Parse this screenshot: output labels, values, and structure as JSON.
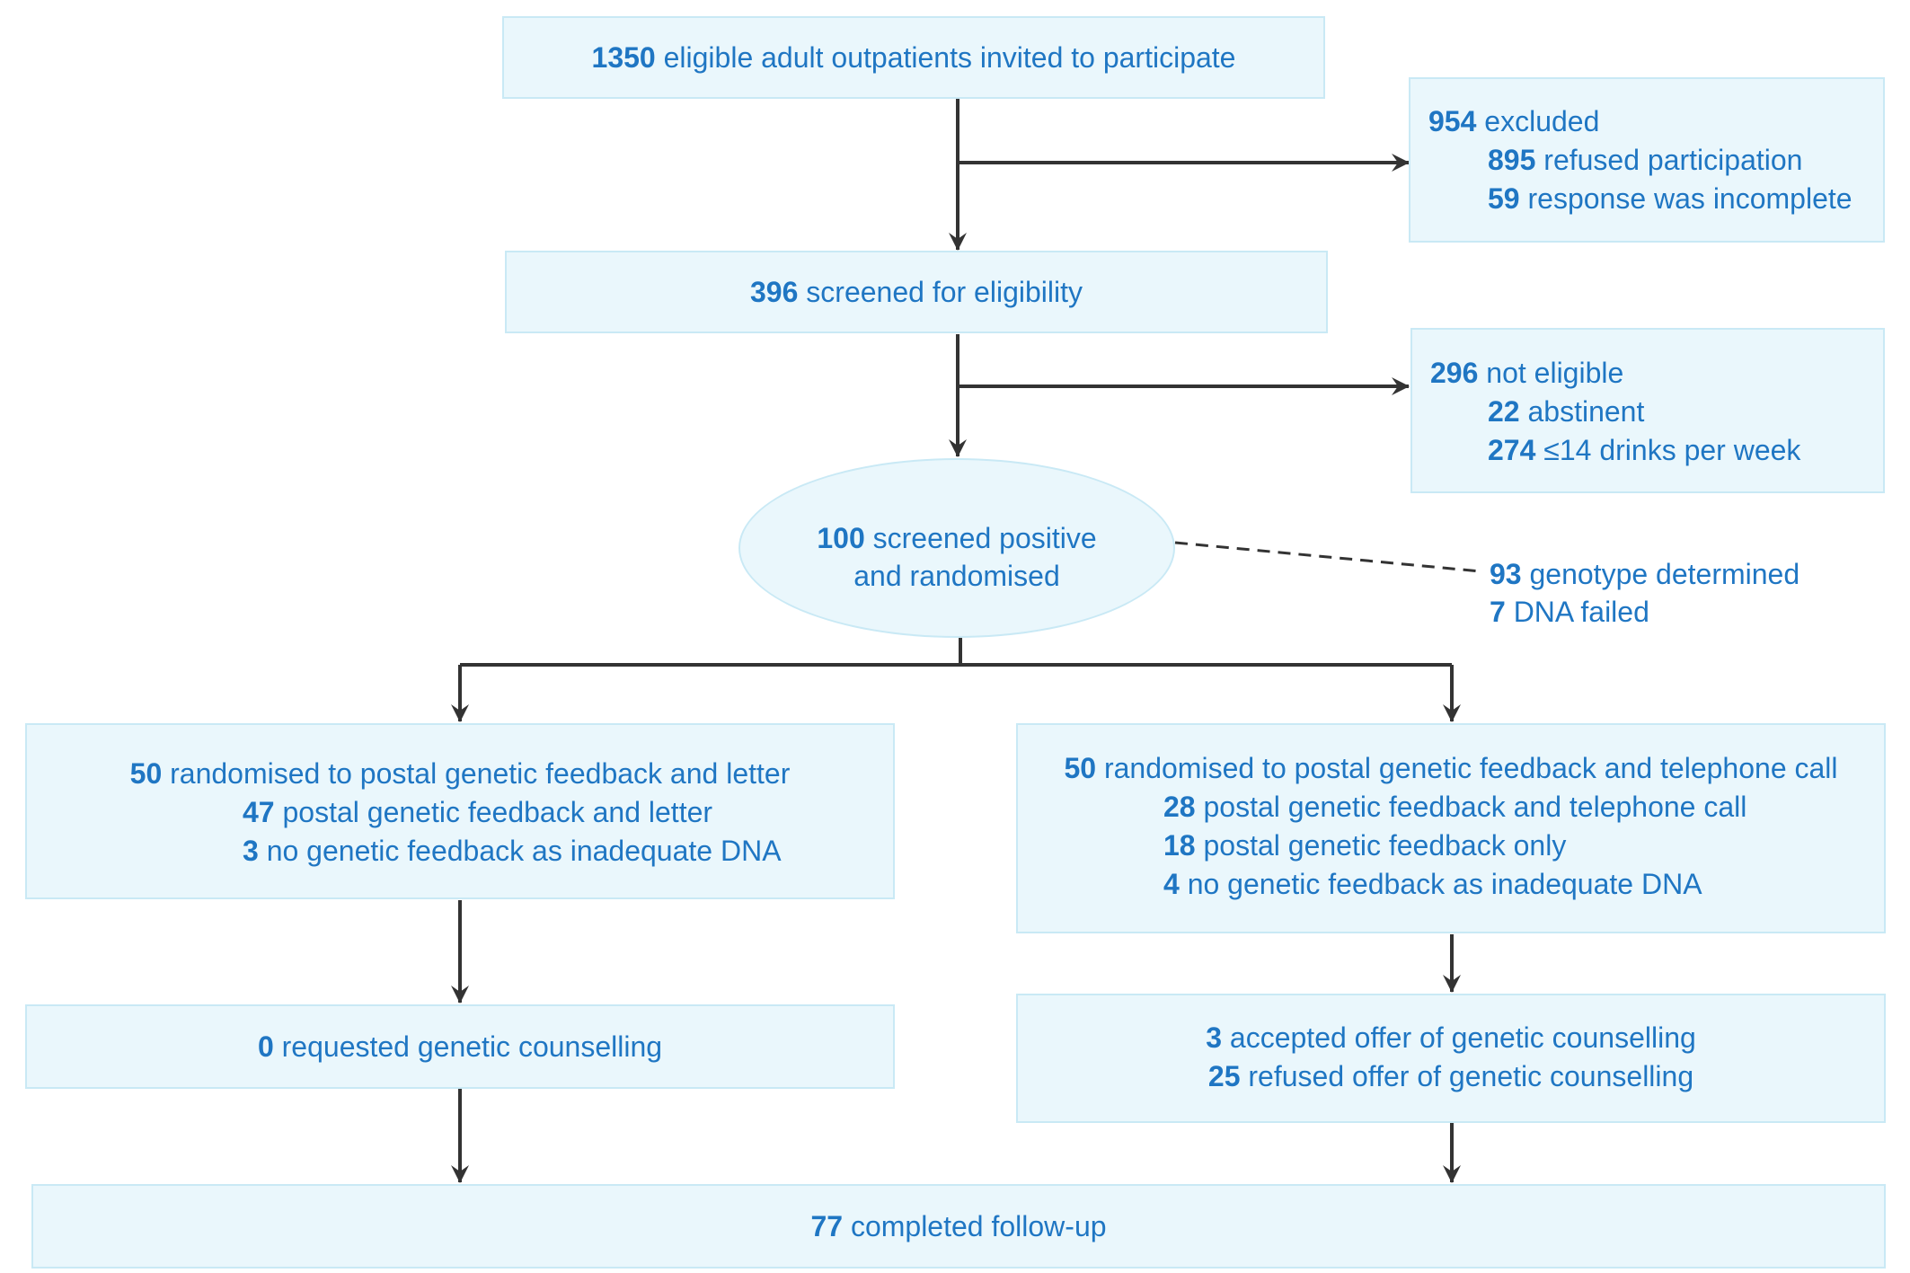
{
  "colors": {
    "text": "#1f76c3",
    "box_fill": "#eaf7fc",
    "box_border": "#c9e9f5",
    "arrow": "#333333"
  },
  "invited": {
    "n": "1350",
    "text": "eligible adult outpatients invited to participate"
  },
  "excluded": {
    "n": "954",
    "text": "excluded",
    "refused": {
      "n": "895",
      "text": "refused participation"
    },
    "incomplete": {
      "n": "59",
      "text": "response was incomplete"
    }
  },
  "screened": {
    "n": "396",
    "text": "screened for eligibility"
  },
  "not_eligible": {
    "n": "296",
    "text": "not eligible",
    "abstinent": {
      "n": "22",
      "text": "abstinent"
    },
    "low_drinks": {
      "n": "274",
      "text": "≤14 drinks per week"
    }
  },
  "positive": {
    "n": "100",
    "text1": "screened positive",
    "text2": "and randomised"
  },
  "genotype": {
    "determined": {
      "n": "93",
      "text": "genotype determined"
    },
    "failed": {
      "n": "7",
      "text": "DNA failed"
    }
  },
  "letter_arm": {
    "n": "50",
    "text": "randomised to postal genetic feedback and letter",
    "received": {
      "n": "47",
      "text": "postal genetic feedback and letter"
    },
    "no_feedback": {
      "n": "3",
      "text": "no genetic feedback as inadequate DNA"
    }
  },
  "phone_arm": {
    "n": "50",
    "text": "randomised to postal genetic feedback and telephone call",
    "received": {
      "n": "28",
      "text": "postal genetic feedback and telephone call"
    },
    "postal_only": {
      "n": "18",
      "text": "postal genetic feedback only"
    },
    "no_feedback": {
      "n": "4",
      "text": "no genetic feedback as inadequate DNA"
    }
  },
  "letter_counselling": {
    "n": "0",
    "text": "requested genetic counselling"
  },
  "phone_counselling": {
    "accepted": {
      "n": "3",
      "text": "accepted offer of genetic counselling"
    },
    "refused": {
      "n": "25",
      "text": "refused offer of genetic counselling"
    }
  },
  "followup": {
    "n": "77",
    "text": "completed follow-up"
  }
}
